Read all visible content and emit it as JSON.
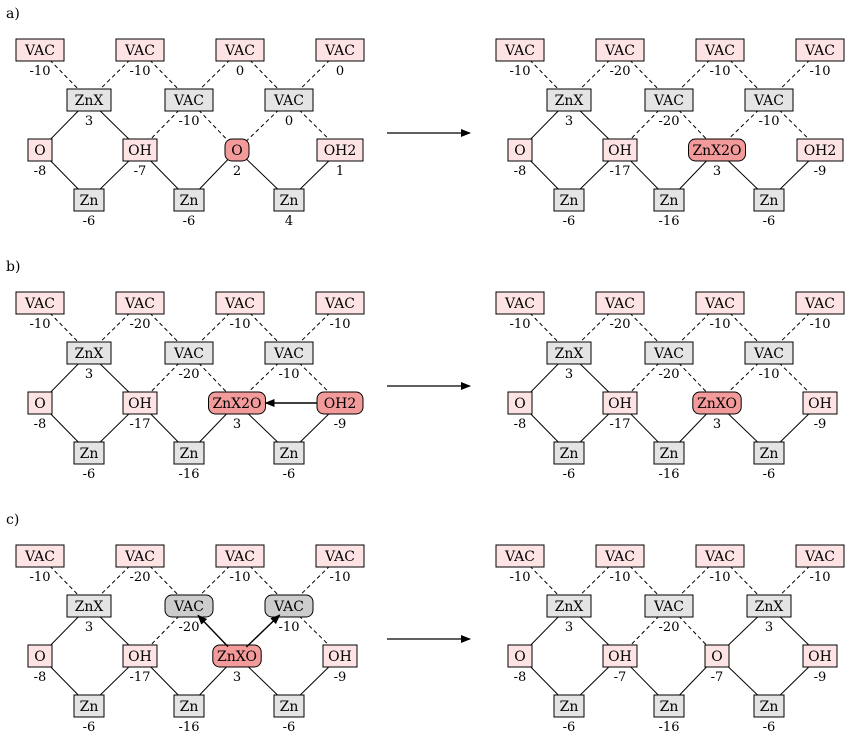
{
  "colors": {
    "light_pink": "#fde3e3",
    "gray": "#e4e4e4",
    "highlight_red": "#f39a9a",
    "highlight_gray": "#cccccc",
    "stroke": "#000000"
  },
  "reaction_arrow": "→",
  "panels": [
    {
      "label": "a)",
      "left": {
        "top": [
          {
            "label": "VAC",
            "value": "-10"
          },
          {
            "label": "VAC",
            "value": "-10"
          },
          {
            "label": "VAC",
            "value": "0"
          },
          {
            "label": "VAC",
            "value": "0"
          }
        ],
        "mid": [
          {
            "label": "ZnX",
            "value": "3"
          },
          {
            "label": "VAC",
            "value": "-10"
          },
          {
            "label": "VAC",
            "value": "0"
          }
        ],
        "row3": [
          {
            "label": "O",
            "value": "-8"
          },
          {
            "label": "OH",
            "value": "-7"
          },
          {
            "label": "O",
            "value": "2",
            "highlight": "red"
          },
          {
            "label": "OH2",
            "value": "1"
          }
        ],
        "bottom": [
          {
            "label": "Zn",
            "value": "-6"
          },
          {
            "label": "Zn",
            "value": "-6"
          },
          {
            "label": "Zn",
            "value": "4"
          }
        ],
        "arrows": []
      },
      "right": {
        "top": [
          {
            "label": "VAC",
            "value": "-10"
          },
          {
            "label": "VAC",
            "value": "-20"
          },
          {
            "label": "VAC",
            "value": "-10"
          },
          {
            "label": "VAC",
            "value": "-10"
          }
        ],
        "mid": [
          {
            "label": "ZnX",
            "value": "3"
          },
          {
            "label": "VAC",
            "value": "-20"
          },
          {
            "label": "VAC",
            "value": "-10"
          }
        ],
        "row3": [
          {
            "label": "O",
            "value": "-8"
          },
          {
            "label": "OH",
            "value": "-17"
          },
          {
            "label": "ZnX2O",
            "value": "3",
            "highlight": "red"
          },
          {
            "label": "OH2",
            "value": "-9"
          }
        ],
        "bottom": [
          {
            "label": "Zn",
            "value": "-6"
          },
          {
            "label": "Zn",
            "value": "-16"
          },
          {
            "label": "Zn",
            "value": "-6"
          }
        ],
        "arrows": []
      }
    },
    {
      "label": "b)",
      "left": {
        "top": [
          {
            "label": "VAC",
            "value": "-10"
          },
          {
            "label": "VAC",
            "value": "-20"
          },
          {
            "label": "VAC",
            "value": "-10"
          },
          {
            "label": "VAC",
            "value": "-10"
          }
        ],
        "mid": [
          {
            "label": "ZnX",
            "value": "3"
          },
          {
            "label": "VAC",
            "value": "-20"
          },
          {
            "label": "VAC",
            "value": "-10"
          }
        ],
        "row3": [
          {
            "label": "O",
            "value": "-8"
          },
          {
            "label": "OH",
            "value": "-17"
          },
          {
            "label": "ZnX2O",
            "value": "3",
            "highlight": "red"
          },
          {
            "label": "OH2",
            "value": "-9",
            "highlight": "red"
          }
        ],
        "bottom": [
          {
            "label": "Zn",
            "value": "-6"
          },
          {
            "label": "Zn",
            "value": "-16"
          },
          {
            "label": "Zn",
            "value": "-6"
          }
        ],
        "arrows": [
          {
            "from": "row3.3",
            "to": "row3.2"
          }
        ]
      },
      "right": {
        "top": [
          {
            "label": "VAC",
            "value": "-10"
          },
          {
            "label": "VAC",
            "value": "-20"
          },
          {
            "label": "VAC",
            "value": "-10"
          },
          {
            "label": "VAC",
            "value": "-10"
          }
        ],
        "mid": [
          {
            "label": "ZnX",
            "value": "3"
          },
          {
            "label": "VAC",
            "value": "-20"
          },
          {
            "label": "VAC",
            "value": "-10"
          }
        ],
        "row3": [
          {
            "label": "O",
            "value": "-8"
          },
          {
            "label": "OH",
            "value": "-17"
          },
          {
            "label": "ZnXO",
            "value": "3",
            "highlight": "red"
          },
          {
            "label": "OH",
            "value": "-9"
          }
        ],
        "bottom": [
          {
            "label": "Zn",
            "value": "-6"
          },
          {
            "label": "Zn",
            "value": "-16"
          },
          {
            "label": "Zn",
            "value": "-6"
          }
        ],
        "arrows": []
      }
    },
    {
      "label": "c)",
      "left": {
        "top": [
          {
            "label": "VAC",
            "value": "-10"
          },
          {
            "label": "VAC",
            "value": "-20"
          },
          {
            "label": "VAC",
            "value": "-10"
          },
          {
            "label": "VAC",
            "value": "-10"
          }
        ],
        "mid": [
          {
            "label": "ZnX",
            "value": "3"
          },
          {
            "label": "VAC",
            "value": "-20",
            "highlight": "gray"
          },
          {
            "label": "VAC",
            "value": "-10",
            "highlight": "gray"
          }
        ],
        "row3": [
          {
            "label": "O",
            "value": "-8"
          },
          {
            "label": "OH",
            "value": "-17"
          },
          {
            "label": "ZnXO",
            "value": "3",
            "highlight": "red"
          },
          {
            "label": "OH",
            "value": "-9"
          }
        ],
        "bottom": [
          {
            "label": "Zn",
            "value": "-6"
          },
          {
            "label": "Zn",
            "value": "-16"
          },
          {
            "label": "Zn",
            "value": "-6"
          }
        ],
        "arrows": [
          {
            "from": "row3.2",
            "to": "mid.1"
          },
          {
            "from": "row3.2",
            "to": "mid.2"
          }
        ]
      },
      "right": {
        "top": [
          {
            "label": "VAC",
            "value": "-10"
          },
          {
            "label": "VAC",
            "value": "-10"
          },
          {
            "label": "VAC",
            "value": "-10"
          },
          {
            "label": "VAC",
            "value": "-10"
          }
        ],
        "mid": [
          {
            "label": "ZnX",
            "value": "3"
          },
          {
            "label": "VAC",
            "value": "-20"
          },
          {
            "label": "ZnX",
            "value": "3"
          }
        ],
        "row3": [
          {
            "label": "O",
            "value": "-8"
          },
          {
            "label": "OH",
            "value": "-7"
          },
          {
            "label": "O",
            "value": "-7"
          },
          {
            "label": "OH",
            "value": "-9"
          }
        ],
        "bottom": [
          {
            "label": "Zn",
            "value": "-6"
          },
          {
            "label": "Zn",
            "value": "-16"
          },
          {
            "label": "Zn",
            "value": "-6"
          }
        ],
        "arrows": []
      }
    }
  ]
}
